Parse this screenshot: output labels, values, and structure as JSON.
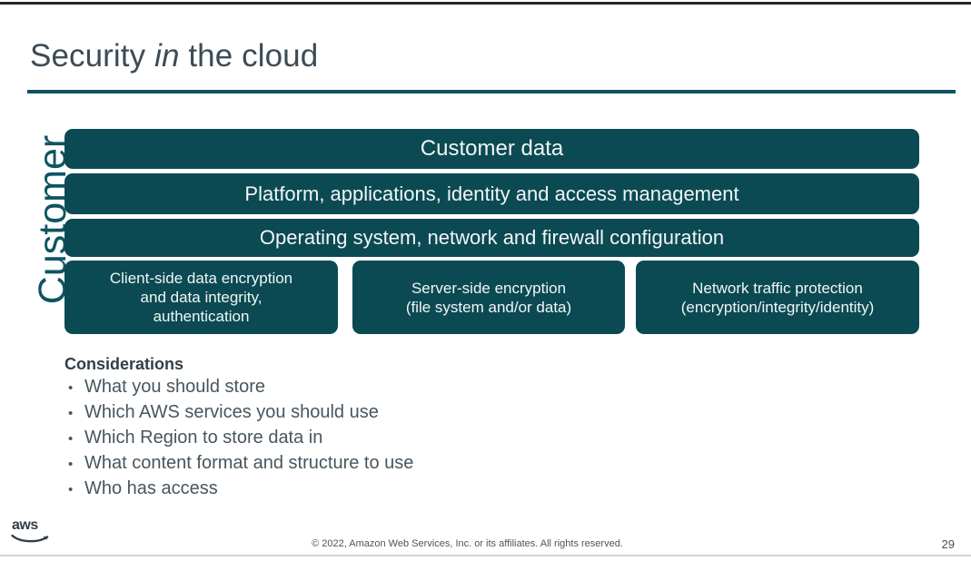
{
  "slide": {
    "title_prefix": "Security ",
    "title_emphasis": "in",
    "title_suffix": " the cloud",
    "responsibility_label": "Customer"
  },
  "colors": {
    "box_teal": "#0b4a53",
    "rule_teal": "#0b535d",
    "title_slate": "#3c4b56",
    "box_text": "#f2f5f6"
  },
  "stack": {
    "bars": [
      {
        "label": "Customer data"
      },
      {
        "label": "Platform, applications, identity and access management"
      },
      {
        "label": "Operating system, network and firewall configuration"
      }
    ],
    "cells": [
      {
        "label": "Client-side data encryption\nand data integrity,\nauthentication"
      },
      {
        "label": "Server-side encryption\n(file system and/or data)"
      },
      {
        "label": "Network traffic protection\n(encryption/integrity/identity)"
      }
    ]
  },
  "considerations": {
    "heading": "Considerations",
    "bullet_glyph": "•",
    "items": [
      "What you should store",
      "Which AWS services you should use",
      "Which Region to store data in",
      "What content format and structure to use",
      "Who has access"
    ]
  },
  "footer": {
    "logo_text": "aws",
    "copyright": "© 2022, Amazon Web Services, Inc. or its affiliates. All rights reserved.",
    "page_number": "29"
  }
}
